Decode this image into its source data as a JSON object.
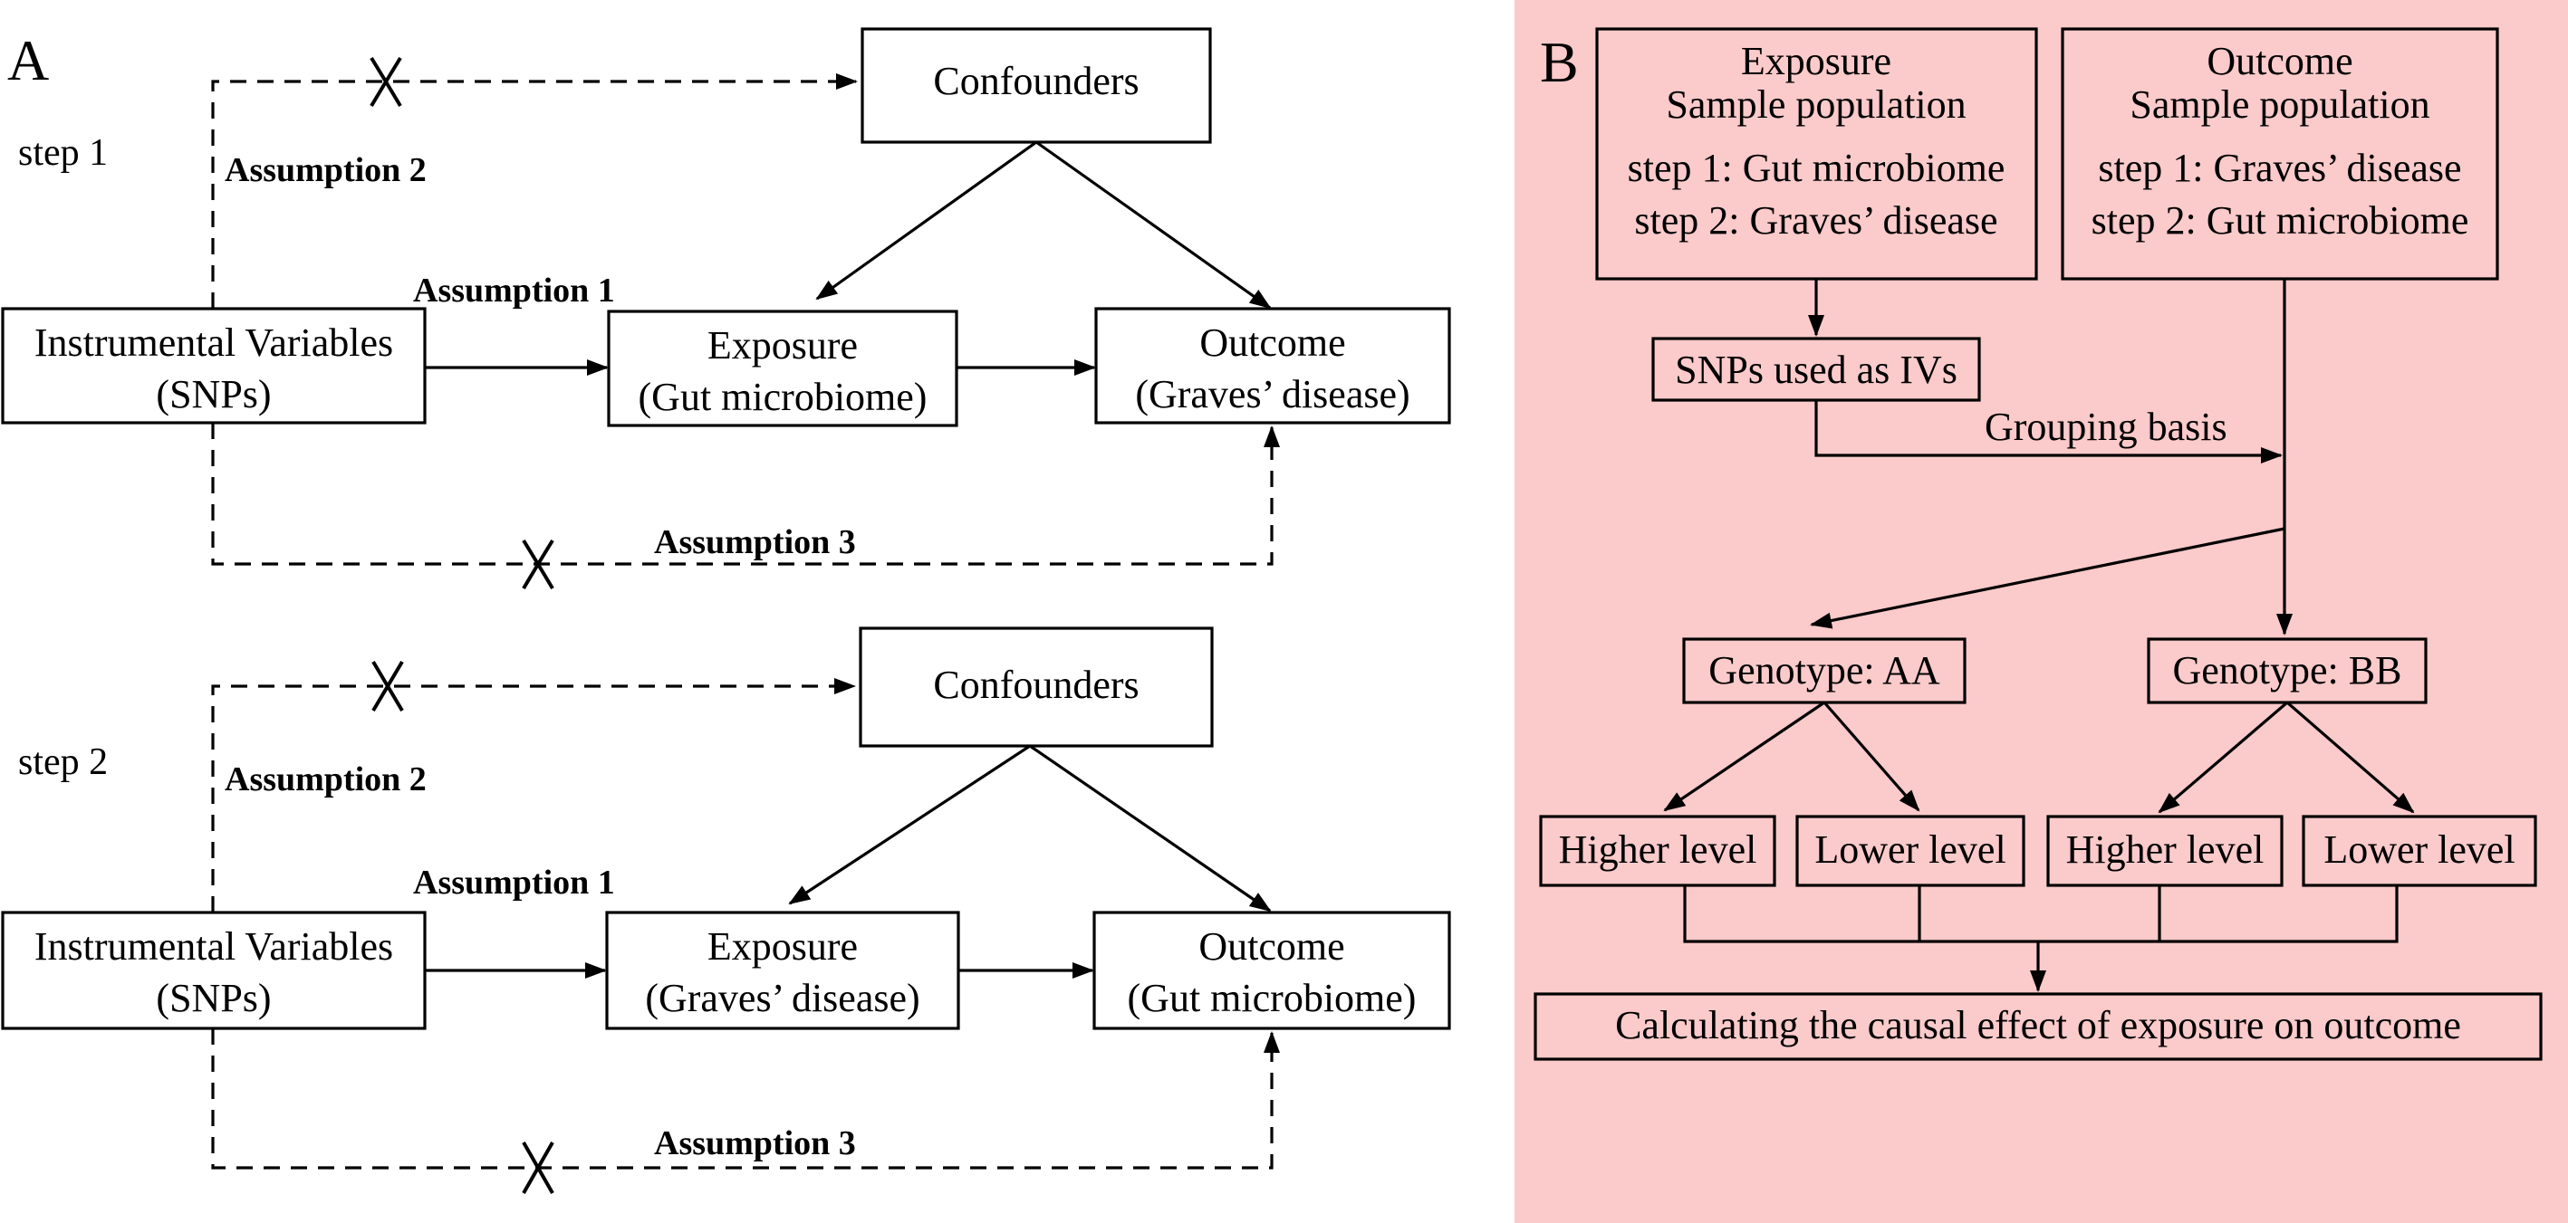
{
  "panel_a": {
    "label": "A",
    "steps": [
      {
        "step_label": "step 1",
        "confounders": "Confounders",
        "instrument_line1": "Instrumental Variables",
        "instrument_line2": "(SNPs)",
        "exposure_line1": "Exposure",
        "exposure_line2": "(Gut microbiome)",
        "outcome_line1": "Outcome",
        "outcome_line2": "(Graves’ disease)",
        "assumption1": "Assumption 1",
        "assumption2": "Assumption 2",
        "assumption3": "Assumption 3"
      },
      {
        "step_label": "step 2",
        "confounders": "Confounders",
        "instrument_line1": "Instrumental Variables",
        "instrument_line2": "(SNPs)",
        "exposure_line1": "Exposure",
        "exposure_line2": "(Graves’ disease)",
        "outcome_line1": "Outcome",
        "outcome_line2": "(Gut microbiome)",
        "assumption1": "Assumption 1",
        "assumption2": "Assumption 2",
        "assumption3": "Assumption 3"
      }
    ]
  },
  "panel_b": {
    "label": "B",
    "background_color": "#fbcaca",
    "exposure_box": {
      "line1": "Exposure",
      "line2": "Sample population",
      "line3": "step 1: Gut microbiome",
      "line4": "step 2: Graves’ disease"
    },
    "outcome_box": {
      "line1": "Outcome",
      "line2": "Sample population",
      "line3": "step 1: Graves’ disease",
      "line4": "step 2: Gut microbiome"
    },
    "snps_box": "SNPs used as IVs",
    "grouping_label": "Grouping basis",
    "genotype_aa": "Genotype: AA",
    "genotype_bb": "Genotype: BB",
    "levels": [
      "Higher level",
      "Lower level",
      "Higher level",
      "Lower level"
    ],
    "result_box": "Calculating the causal effect of exposure on outcome"
  }
}
